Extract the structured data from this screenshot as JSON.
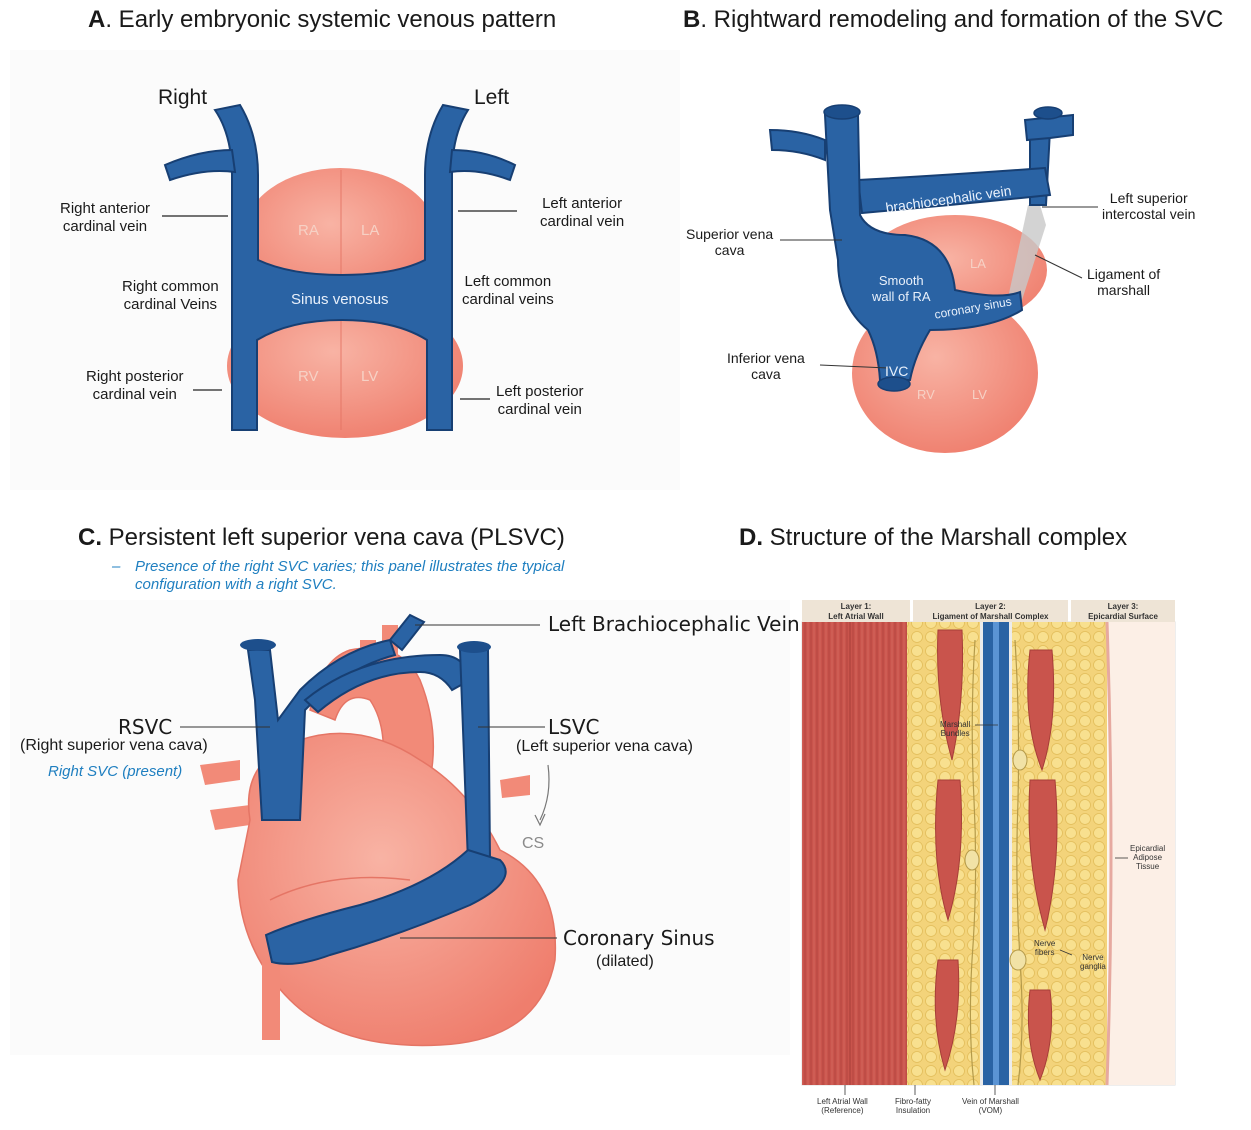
{
  "panel_a": {
    "letter": "A",
    "title": ". Early embryonic systemic venous pattern",
    "side_right": "Right",
    "side_left": "Left",
    "ra": "RA",
    "la": "LA",
    "rv": "RV",
    "lv": "LV",
    "sinus": "Sinus venosus",
    "right_anterior": [
      "Right anterior",
      "cardinal vein"
    ],
    "left_anterior": [
      "Left anterior",
      "cardinal vein"
    ],
    "right_common": [
      "Right common",
      "cardinal Veins"
    ],
    "left_common": [
      "Left common",
      "cardinal veins"
    ],
    "right_posterior": [
      "Right posterior",
      "cardinal vein"
    ],
    "left_posterior": [
      "Left posterior",
      "cardinal vein"
    ]
  },
  "panel_b": {
    "letter": "B",
    "title": ". Rightward remodeling and formation of the SVC",
    "brachio": "brachiocephalic vein",
    "svc": [
      "Superior vena",
      "cava"
    ],
    "smooth": [
      "Smooth",
      "wall of RA"
    ],
    "la": "LA",
    "coronary": "coronary sinus",
    "lsiv": [
      "Left superior",
      "intercostal vein"
    ],
    "lom": [
      "Ligament of",
      "marshall"
    ],
    "ivc_label": [
      "Inferior vena",
      "cava"
    ],
    "ivc": "IVC",
    "rv": "RV",
    "lv": "LV"
  },
  "panel_c": {
    "letter": "C.",
    "title": " Persistent left superior vena cava (PLSVC)",
    "dash": "–",
    "note": [
      "Presence of the right SVC varies; this panel illustrates the typical",
      "configuration with a right SVC."
    ],
    "lbcv": "Left Brachiocephalic Vein",
    "rsvc": "RSVC",
    "rsvc_full": "(Right superior vena cava)",
    "rsvc_present": "Right SVC (present)",
    "lsvc": "LSVC",
    "lsvc_full": "(Left superior vena cava)",
    "cs": "CS",
    "coronary": "Coronary Sinus",
    "dilated": "(dilated)"
  },
  "panel_d": {
    "letter": "D.",
    "title": " Structure of the Marshall complex",
    "layer1": [
      "Layer 1:",
      "Left Atrial Wall"
    ],
    "layer2": [
      "Layer 2:",
      "Ligament of Marshall Complex"
    ],
    "layer3": [
      "Layer 3:",
      "Epicardial Surface"
    ],
    "marshall_bundles": [
      "Marshall",
      "Bundles"
    ],
    "epicardial": [
      "Epicardial",
      "Adipose",
      "Tissue"
    ],
    "nerve_fibers": [
      "Nerve",
      "fibers"
    ],
    "nerve_ganglia": [
      "Nerve",
      "ganglia"
    ],
    "bottom_law": [
      "Left Atrial Wall",
      "(Reference)"
    ],
    "bottom_fibro": [
      "Fibro-fatty",
      "Insulation"
    ],
    "bottom_vom": [
      "Vein of Marshall",
      "(VOM)"
    ]
  },
  "colors": {
    "vein": "#2a63a4",
    "vein_dark": "#173f73",
    "heart": "#f28a78",
    "heart_light": "#f7ab9b",
    "muscle": "#c9544c",
    "fat": "#f5d97a"
  }
}
